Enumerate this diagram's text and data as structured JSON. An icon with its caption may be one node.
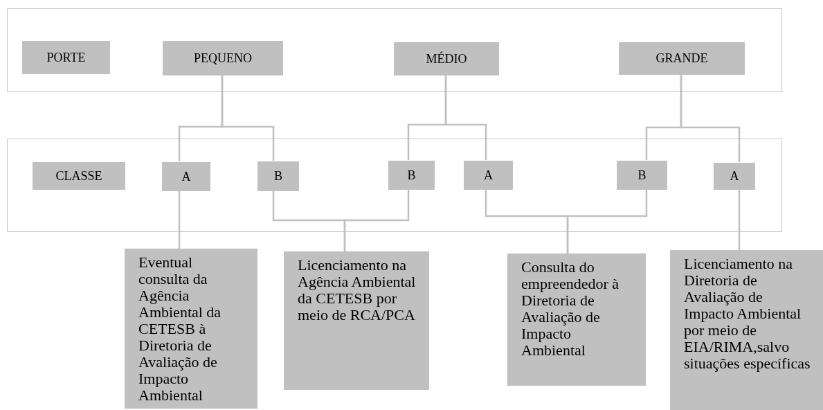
{
  "diagram": {
    "nodes": [
      {
        "text": [],
        "shape": "box"
      },
      {
        "text": [
          "PORTE"
        ],
        "in": 0
      },
      {
        "text": [
          "PEQUENO"
        ],
        "in": 0
      },
      {
        "text": [
          "MÉDIO"
        ],
        "in": 0
      },
      {
        "text": [
          "GRANDE"
        ],
        "in": 0
      },
      {
        "text": [],
        "shape": "box"
      },
      {
        "text": [
          "CLASSE"
        ],
        "in": 5
      },
      {
        "text": [
          "A"
        ],
        "in": 5
      },
      {
        "text": [
          "B"
        ],
        "in": 5
      },
      {
        "text": [
          "B"
        ],
        "in": 5
      },
      {
        "text": [
          "A"
        ],
        "in": 5
      },
      {
        "text": [
          "B"
        ],
        "in": 5
      },
      {
        "text": [
          "A"
        ],
        "in": 5
      },
      {
        "text": [
          "Eventual consulta da Agência Ambiental da CETESB à Diretoria de Avaliação de Impacto Ambiental"
        ]
      },
      {
        "text": [
          "Licenciamento na Agência Ambiental da CETESB por meio de RCA/PCA"
        ]
      },
      {
        "text": [
          "Consulta do empreendedor à Diretoria de Avaliação de Impacto Ambiental"
        ]
      },
      {
        "text": [
          "Licenciamento na Diretoria de Avaliação de Impacto Ambiental por meio de EIA/RIMA,salvo situações específicas"
        ]
      }
    ],
    "edges": [
      {
        "from": 2,
        "to": 7,
        "arrow": "none"
      },
      {
        "from": 2,
        "to": 8,
        "arrow": "none"
      },
      {
        "from": 3,
        "to": 9,
        "arrow": "none"
      },
      {
        "from": 3,
        "to": 10,
        "arrow": "none"
      },
      {
        "from": 4,
        "to": 11,
        "arrow": "none"
      },
      {
        "from": 4,
        "to": 12,
        "arrow": "none"
      },
      {
        "from": 7,
        "to": 13,
        "arrow": "none"
      },
      {
        "from": 8,
        "to": 14,
        "arrow": "none"
      },
      {
        "from": 9,
        "to": 14,
        "arrow": "none"
      },
      {
        "from": 10,
        "to": 15,
        "arrow": "none"
      },
      {
        "from": 11,
        "to": 15,
        "arrow": "none"
      },
      {
        "from": 12,
        "to": 16,
        "arrow": "none"
      }
    ]
  }
}
